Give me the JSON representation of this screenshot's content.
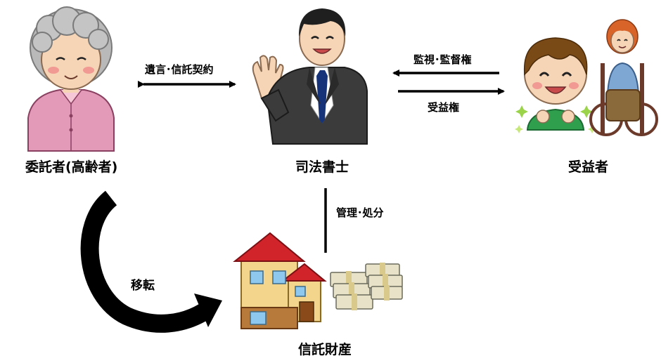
{
  "nodes": {
    "settlor": {
      "label": "委託者(高齢者)"
    },
    "scrivener": {
      "label": "司法書士"
    },
    "beneficiary": {
      "label": "受益者"
    },
    "trust_property": {
      "label": "信託財産"
    }
  },
  "edges": {
    "will_trust_contract": {
      "label": "遺言･信託契約"
    },
    "supervision_rights": {
      "label": "監視･監督権"
    },
    "beneficial_rights": {
      "label": "受益権"
    },
    "management_disposal": {
      "label": "管理･処分"
    },
    "transfer": {
      "label": "移転"
    }
  },
  "icons": {
    "settlor": "elderly-woman-icon",
    "scrivener": "businessman-icon",
    "beneficiaries": [
      "happy-child-icon",
      "wheelchair-woman-icon"
    ],
    "property": [
      "house-icon",
      "money-stack-icon"
    ]
  },
  "colors": {
    "arrow": "#000000",
    "house_roof": "#d0232a",
    "house_wall": "#f3d58c",
    "cardigan": "#e39ab8",
    "suit": "#3b3b3b",
    "hair_child": "#7a4a16",
    "wheelchair_hair": "#d8642a"
  }
}
